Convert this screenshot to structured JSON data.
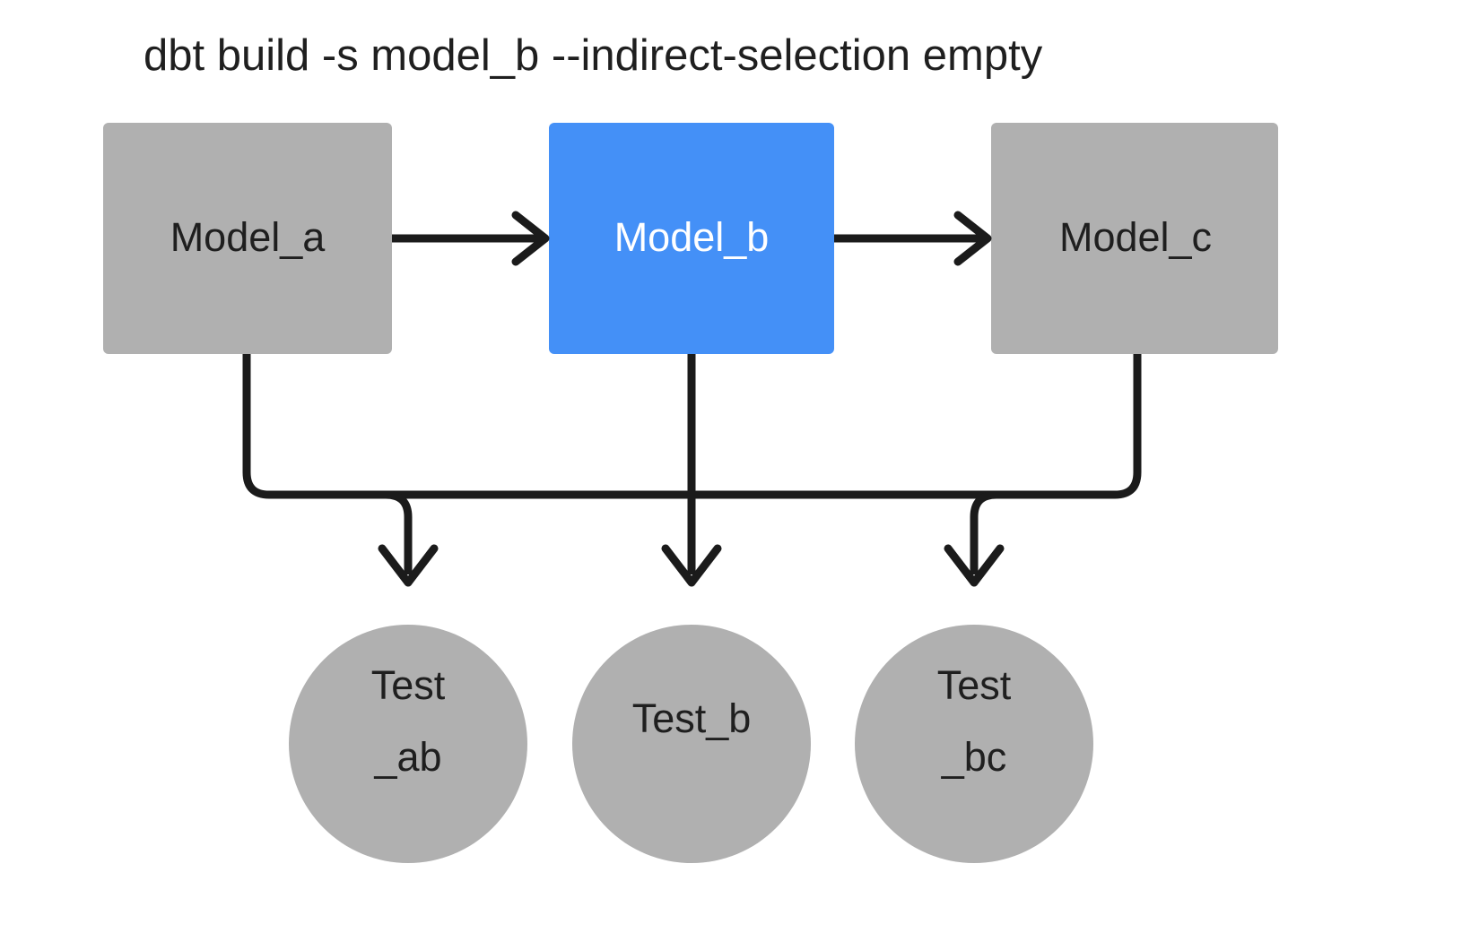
{
  "diagram": {
    "title": "dbt build -s model_b --indirect-selection empty",
    "colors": {
      "node_default": "#b0b0b0",
      "node_selected": "#4490f7",
      "edge": "#1b1b1b",
      "text_default": "#1f1f1f",
      "text_on_selected": "#ffffff",
      "background": "#ffffff"
    },
    "models": [
      {
        "id": "model_a",
        "label": "Model_a",
        "shape": "rect",
        "state": "unselected"
      },
      {
        "id": "model_b",
        "label": "Model_b",
        "shape": "rect",
        "state": "selected"
      },
      {
        "id": "model_c",
        "label": "Model_c",
        "shape": "rect",
        "state": "unselected"
      }
    ],
    "tests": [
      {
        "id": "test_ab",
        "label_line1": "Test",
        "label_line2": "_ab",
        "shape": "circle",
        "state": "unselected"
      },
      {
        "id": "test_b",
        "label_line1": "Test_b",
        "label_line2": "",
        "shape": "circle",
        "state": "unselected"
      },
      {
        "id": "test_bc",
        "label_line1": "Test",
        "label_line2": "_bc",
        "shape": "circle",
        "state": "unselected"
      }
    ],
    "edges": [
      {
        "from": "model_a",
        "to": "model_b",
        "arrow": true
      },
      {
        "from": "model_b",
        "to": "model_c",
        "arrow": true
      },
      {
        "from": "model_a",
        "to": "test_ab",
        "arrow": true
      },
      {
        "from": "model_b",
        "to": "test_ab",
        "arrow": true
      },
      {
        "from": "model_b",
        "to": "test_b",
        "arrow": true
      },
      {
        "from": "model_b",
        "to": "test_bc",
        "arrow": true
      },
      {
        "from": "model_c",
        "to": "test_bc",
        "arrow": true
      }
    ]
  }
}
